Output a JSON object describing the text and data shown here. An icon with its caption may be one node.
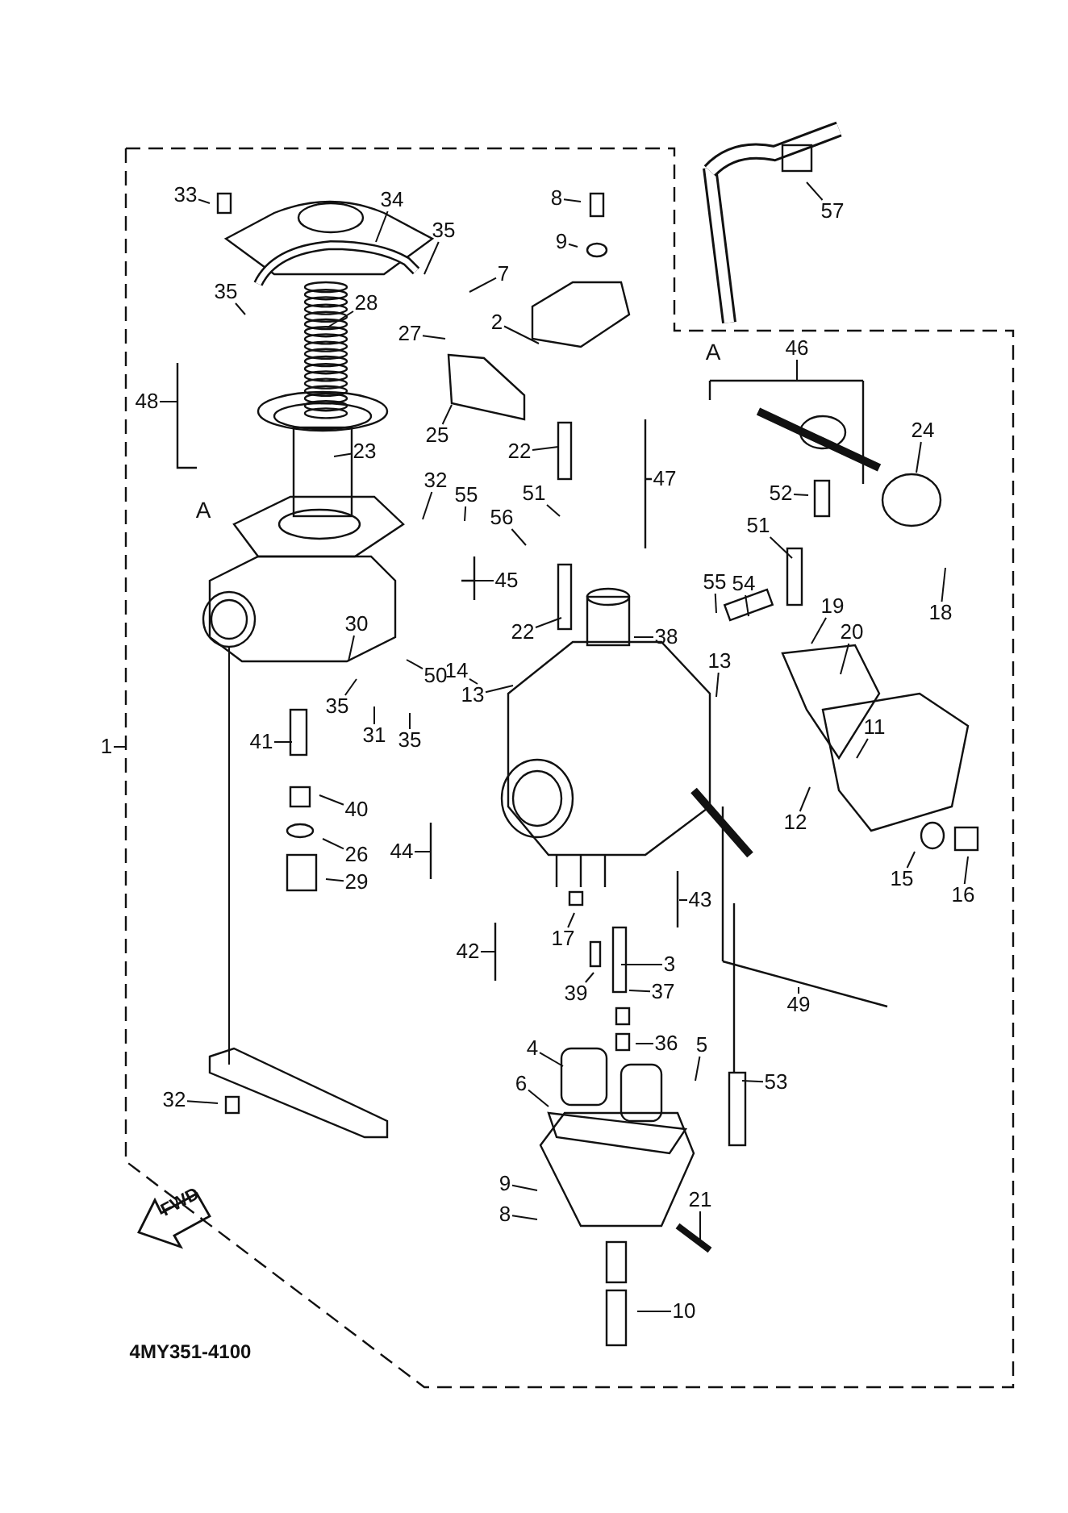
{
  "diagram": {
    "nodes": [
      {
        "text": [
          "33"
        ]
      },
      {
        "text": [
          "34"
        ]
      },
      {
        "text": [
          "8"
        ]
      },
      {
        "text": [
          "35"
        ]
      },
      {
        "text": [
          "9"
        ]
      },
      {
        "text": [
          "7"
        ]
      },
      {
        "text": [
          "35"
        ]
      },
      {
        "text": [
          "28"
        ]
      },
      {
        "text": [
          "2"
        ]
      },
      {
        "text": [
          "27"
        ]
      },
      {
        "text": [
          "57"
        ]
      },
      {
        "text": [
          "46"
        ]
      },
      {
        "text": [
          "25"
        ]
      },
      {
        "text": [
          "48"
        ]
      },
      {
        "text": [
          "23"
        ]
      },
      {
        "text": [
          "24"
        ]
      },
      {
        "text": [
          "22"
        ]
      },
      {
        "text": [
          "47"
        ]
      },
      {
        "text": [
          "32"
        ]
      },
      {
        "text": [
          "52"
        ]
      },
      {
        "text": [
          "55"
        ]
      },
      {
        "text": [
          "56"
        ]
      },
      {
        "text": [
          "51"
        ]
      },
      {
        "text": [
          "51"
        ]
      },
      {
        "text": [
          "45"
        ]
      },
      {
        "text": [
          "55"
        ]
      },
      {
        "text": [
          "54"
        ]
      },
      {
        "text": [
          "22"
        ]
      },
      {
        "text": [
          "38"
        ]
      },
      {
        "text": [
          "19"
        ]
      },
      {
        "text": [
          "18"
        ]
      },
      {
        "text": [
          "20"
        ]
      },
      {
        "text": [
          "30"
        ]
      },
      {
        "text": [
          "13"
        ]
      },
      {
        "text": [
          "14"
        ]
      },
      {
        "text": [
          "50"
        ]
      },
      {
        "text": [
          "13"
        ]
      },
      {
        "text": [
          "35"
        ]
      },
      {
        "text": [
          "35"
        ]
      },
      {
        "text": [
          "31"
        ]
      },
      {
        "text": [
          "11"
        ]
      },
      {
        "text": [
          "41"
        ]
      },
      {
        "text": [
          "12"
        ]
      },
      {
        "text": [
          "40"
        ]
      },
      {
        "text": [
          "15"
        ]
      },
      {
        "text": [
          "16"
        ]
      },
      {
        "text": [
          "26"
        ]
      },
      {
        "text": [
          "29"
        ]
      },
      {
        "text": [
          "1"
        ]
      },
      {
        "text": [
          "44"
        ]
      },
      {
        "text": [
          "43"
        ]
      },
      {
        "text": [
          "42"
        ]
      },
      {
        "text": [
          "17"
        ]
      },
      {
        "text": [
          "3"
        ]
      },
      {
        "text": [
          "39"
        ]
      },
      {
        "text": [
          "37"
        ]
      },
      {
        "text": [
          "49"
        ]
      },
      {
        "text": [
          "36"
        ]
      },
      {
        "text": [
          "5"
        ]
      },
      {
        "text": [
          "4"
        ]
      },
      {
        "text": [
          "53"
        ]
      },
      {
        "text": [
          "6"
        ]
      },
      {
        "text": [
          "32"
        ]
      },
      {
        "text": [
          "21"
        ]
      },
      {
        "text": [
          "9"
        ]
      },
      {
        "text": [
          "8"
        ]
      },
      {
        "text": [
          "10"
        ]
      }
    ],
    "edges": [
      {
        "from": 0,
        "to": null,
        "arrow": "none"
      },
      {
        "from": 1,
        "to": null,
        "arrow": "none"
      },
      {
        "from": 2,
        "to": null,
        "arrow": "none"
      },
      {
        "from": 3,
        "to": null,
        "arrow": "none"
      },
      {
        "from": 4,
        "to": null,
        "arrow": "none"
      },
      {
        "from": 5,
        "to": null,
        "arrow": "none"
      },
      {
        "from": 6,
        "to": null,
        "arrow": "none"
      },
      {
        "from": 7,
        "to": null,
        "arrow": "none"
      },
      {
        "from": 8,
        "to": null,
        "arrow": "none"
      },
      {
        "from": 9,
        "to": null,
        "arrow": "none"
      },
      {
        "from": 10,
        "to": null,
        "arrow": "none"
      },
      {
        "from": 11,
        "to": null,
        "arrow": "none"
      },
      {
        "from": 12,
        "to": null,
        "arrow": "none"
      },
      {
        "from": 13,
        "to": null,
        "arrow": "none"
      },
      {
        "from": 14,
        "to": null,
        "arrow": "none"
      },
      {
        "from": 15,
        "to": null,
        "arrow": "none"
      },
      {
        "from": 16,
        "to": null,
        "arrow": "none"
      },
      {
        "from": 17,
        "to": null,
        "arrow": "none"
      },
      {
        "from": 18,
        "to": null,
        "arrow": "none"
      },
      {
        "from": 19,
        "to": null,
        "arrow": "none"
      },
      {
        "from": 20,
        "to": null,
        "arrow": "none"
      },
      {
        "from": 21,
        "to": null,
        "arrow": "none"
      },
      {
        "from": 22,
        "to": null,
        "arrow": "none"
      },
      {
        "from": 23,
        "to": null,
        "arrow": "none"
      },
      {
        "from": 24,
        "to": null,
        "arrow": "none"
      },
      {
        "from": 25,
        "to": null,
        "arrow": "none"
      },
      {
        "from": 26,
        "to": null,
        "arrow": "none"
      },
      {
        "from": 27,
        "to": null,
        "arrow": "none"
      },
      {
        "from": 28,
        "to": null,
        "arrow": "none"
      },
      {
        "from": 29,
        "to": null,
        "arrow": "none"
      },
      {
        "from": 30,
        "to": null,
        "arrow": "none"
      },
      {
        "from": 31,
        "to": null,
        "arrow": "none"
      },
      {
        "from": 32,
        "to": null,
        "arrow": "none"
      },
      {
        "from": 33,
        "to": null,
        "arrow": "none"
      },
      {
        "from": 34,
        "to": null,
        "arrow": "none"
      },
      {
        "from": 35,
        "to": null,
        "arrow": "none"
      },
      {
        "from": 36,
        "to": null,
        "arrow": "none"
      },
      {
        "from": 37,
        "to": null,
        "arrow": "none"
      },
      {
        "from": 38,
        "to": null,
        "arrow": "none"
      },
      {
        "from": 39,
        "to": null,
        "arrow": "none"
      },
      {
        "from": 40,
        "to": null,
        "arrow": "none"
      },
      {
        "from": 41,
        "to": null,
        "arrow": "none"
      },
      {
        "from": 42,
        "to": null,
        "arrow": "none"
      },
      {
        "from": 43,
        "to": null,
        "arrow": "none"
      },
      {
        "from": 44,
        "to": null,
        "arrow": "none"
      },
      {
        "from": 45,
        "to": null,
        "arrow": "none"
      },
      {
        "from": 46,
        "to": null,
        "arrow": "none"
      },
      {
        "from": 47,
        "to": null,
        "arrow": "none"
      },
      {
        "from": 48,
        "to": null,
        "arrow": "none"
      },
      {
        "from": 49,
        "to": null,
        "arrow": "none"
      },
      {
        "from": 50,
        "to": null,
        "arrow": "none"
      },
      {
        "from": 51,
        "to": null,
        "arrow": "none"
      },
      {
        "from": 52,
        "to": null,
        "arrow": "none"
      },
      {
        "from": 53,
        "to": null,
        "arrow": "none"
      },
      {
        "from": 54,
        "to": null,
        "arrow": "none"
      },
      {
        "from": 55,
        "to": null,
        "arrow": "none"
      },
      {
        "from": 56,
        "to": null,
        "arrow": "none"
      },
      {
        "from": 57,
        "to": null,
        "arrow": "none"
      },
      {
        "from": 58,
        "to": null,
        "arrow": "none"
      },
      {
        "from": 59,
        "to": null,
        "arrow": "none"
      },
      {
        "from": 60,
        "to": null,
        "arrow": "none"
      },
      {
        "from": 61,
        "to": null,
        "arrow": "none"
      },
      {
        "from": 62,
        "to": null,
        "arrow": "none"
      },
      {
        "from": 63,
        "to": null,
        "arrow": "none"
      },
      {
        "from": 64,
        "to": null,
        "arrow": "none"
      },
      {
        "from": 65,
        "to": null,
        "arrow": "none"
      },
      {
        "from": 66,
        "to": null,
        "arrow": "none"
      }
    ],
    "labels": [
      "A",
      "A",
      "FWD",
      "4MY351-4100"
    ]
  }
}
